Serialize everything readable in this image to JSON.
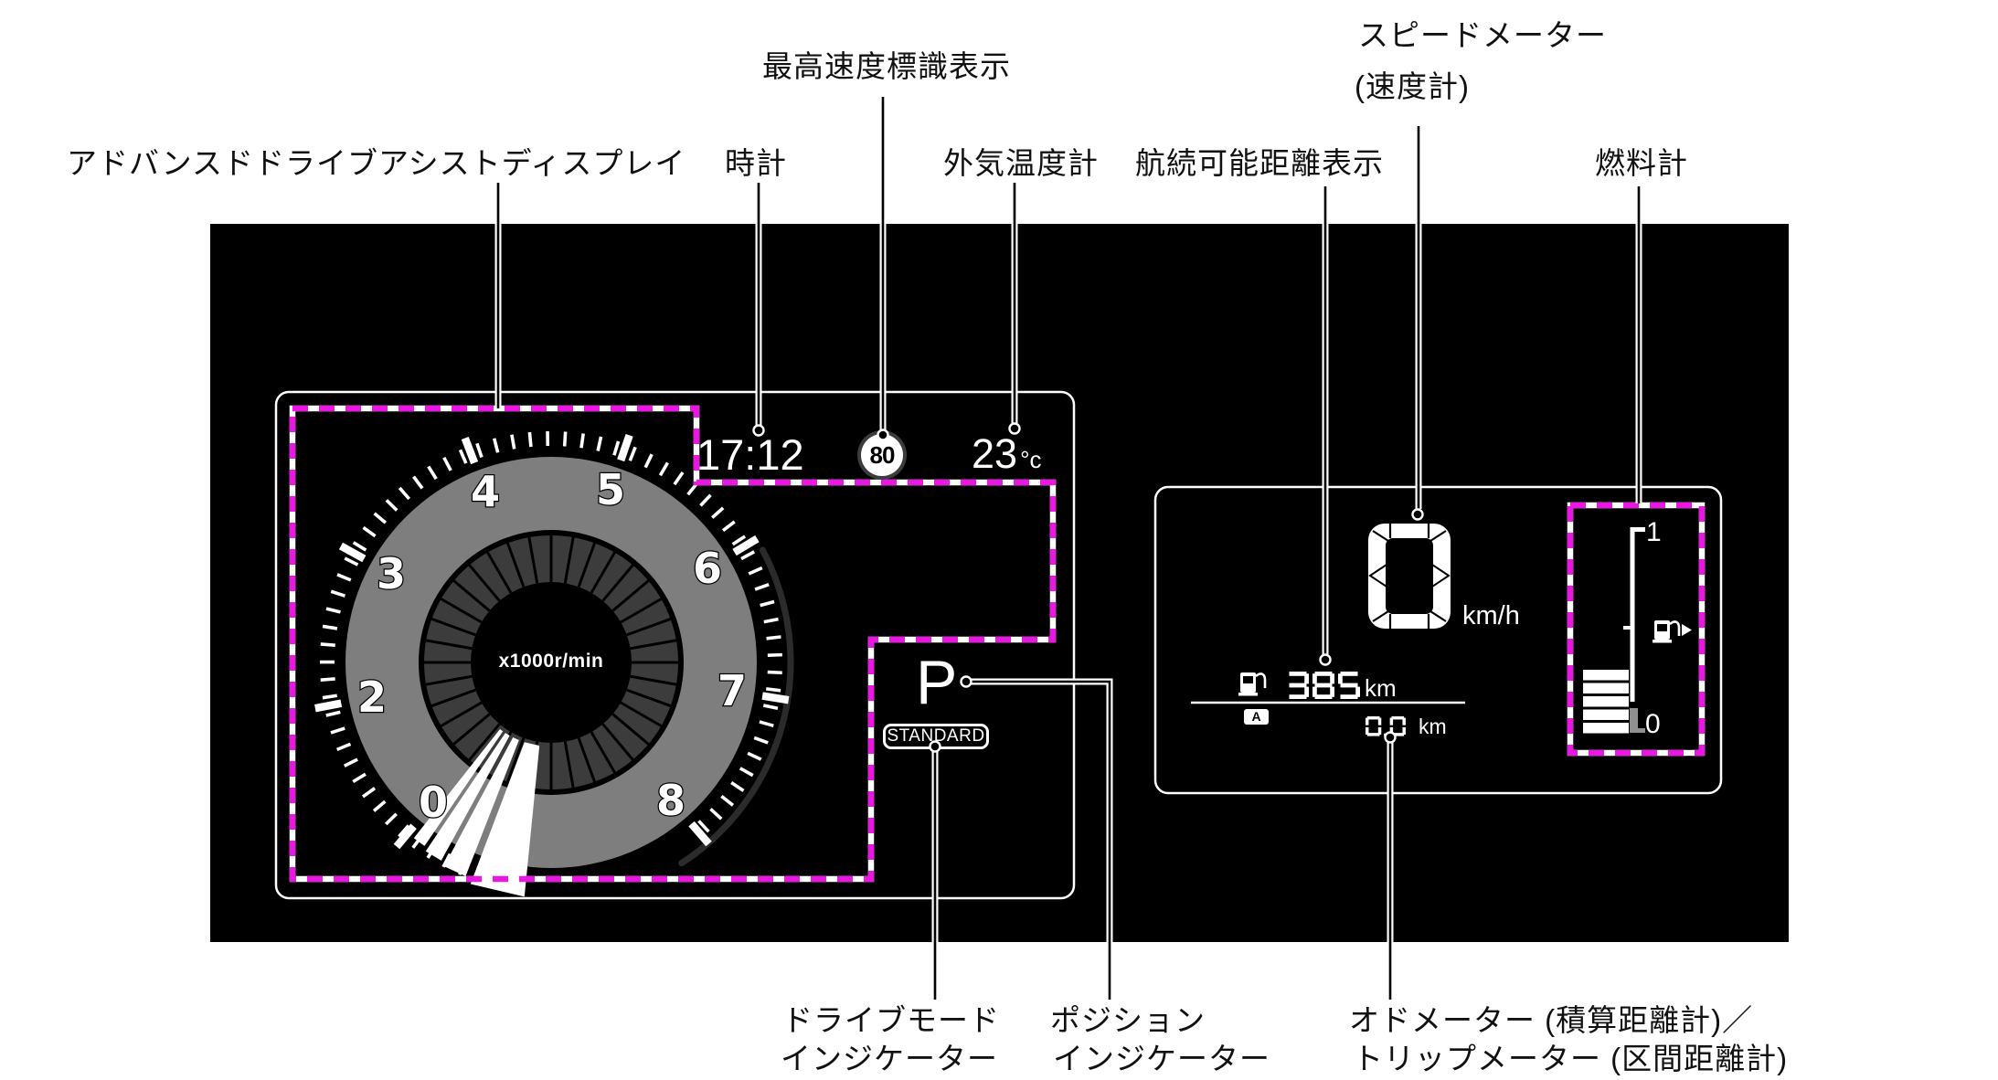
{
  "figure": {
    "background": "#ffffff",
    "panel_color": "#000000",
    "highlight_magenta": "#ea16e2",
    "tach_dial_gray": "#7e7e7e",
    "tach_segment_gray": "#3c3c3c"
  },
  "callouts": {
    "advance_display": "アドバンスドドライブアシストディスプレイ",
    "clock": "時計",
    "speed_limit_sign": "最高速度標識表示",
    "outside_temp": "外気温度計",
    "range": "航続可能距離表示",
    "speedometer_l1": "スピードメーター",
    "speedometer_l2": "(速度計)",
    "fuel_gauge": "燃料計",
    "drive_mode_l1": "ドライブモード",
    "drive_mode_l2": "インジケーター",
    "position_l1": "ポジション",
    "position_l2": "インジケーター",
    "odometer_l1": "オドメーター (積算距離計)／",
    "odometer_l2": "トリップメーター (区間距離計)"
  },
  "cluster": {
    "clock_value": "17:12",
    "speed_limit_value": "80",
    "temp_value": "23",
    "temp_unit": "°c",
    "tach_unit_label": "x1000r/min",
    "tach_numbers": [
      "0",
      "2",
      "3",
      "4",
      "5",
      "6",
      "7",
      "8"
    ],
    "position_value": "P",
    "drive_mode_value": "STANDARD",
    "speed_value": "0",
    "speed_unit": "km/h",
    "range_value": "385",
    "range_unit": "km",
    "trip_selector_label": "A",
    "odometer_value": "0.0",
    "odometer_unit": "km",
    "fuel_scale_top": "1",
    "fuel_scale_bottom": "0"
  }
}
